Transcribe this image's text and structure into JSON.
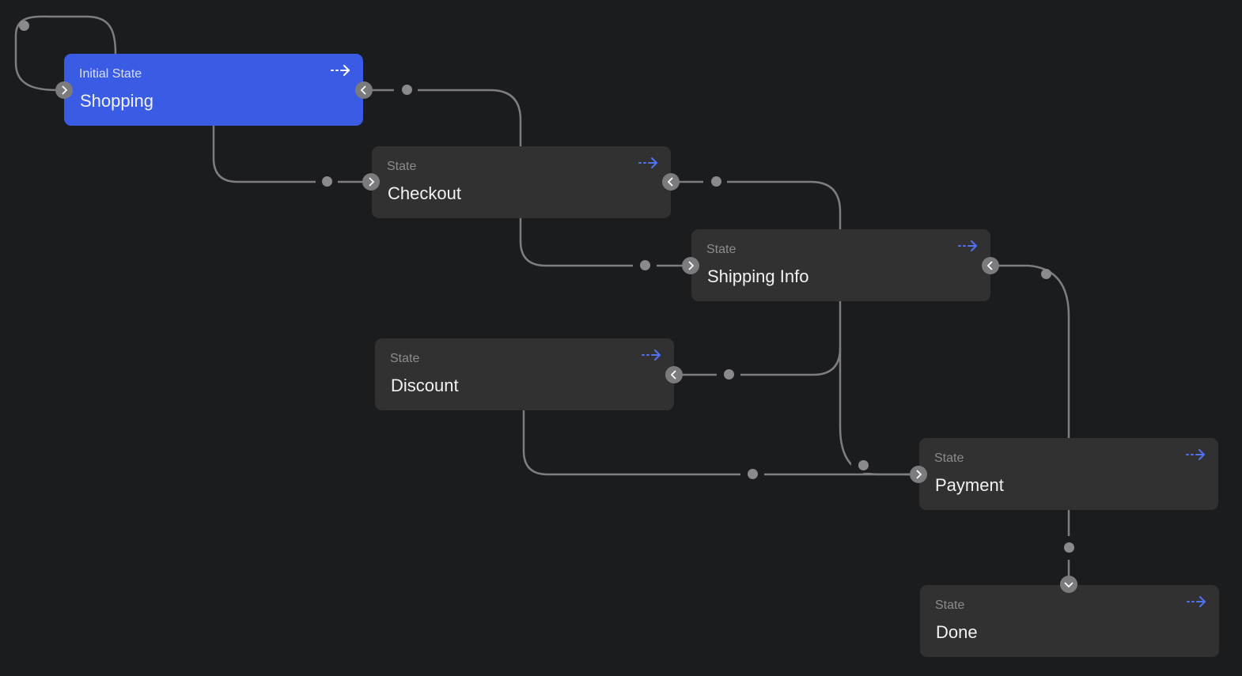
{
  "diagram": {
    "nodes": [
      {
        "id": "shopping",
        "kind": "Initial State",
        "name": "Shopping",
        "initial": true
      },
      {
        "id": "checkout",
        "kind": "State",
        "name": "Checkout",
        "initial": false
      },
      {
        "id": "shipping-info",
        "kind": "State",
        "name": "Shipping Info",
        "initial": false
      },
      {
        "id": "discount",
        "kind": "State",
        "name": "Discount",
        "initial": false
      },
      {
        "id": "payment",
        "kind": "State",
        "name": "Payment",
        "initial": false
      },
      {
        "id": "done",
        "kind": "State",
        "name": "Done",
        "initial": false
      }
    ],
    "edges": [
      {
        "from": "shopping",
        "to": "shopping"
      },
      {
        "from": "shopping",
        "to": "checkout"
      },
      {
        "from": "checkout",
        "to": "shipping-info"
      },
      {
        "from": "shipping-info",
        "to": "discount"
      },
      {
        "from": "shipping-info",
        "to": "payment"
      },
      {
        "from": "discount",
        "to": "payment"
      },
      {
        "from": "payment",
        "to": "done"
      }
    ]
  },
  "icons": {
    "goto": "dashed-arrow-right-icon",
    "port_in": "chevron-right-icon",
    "port_out": "chevron-left-icon",
    "port_top": "chevron-down-icon"
  },
  "colors": {
    "background": "#1b1c1e",
    "node": "#313132",
    "initial_node": "#3a5ce4",
    "edge": "#8a8a8c",
    "goto_arrow": "#4f72f0"
  }
}
